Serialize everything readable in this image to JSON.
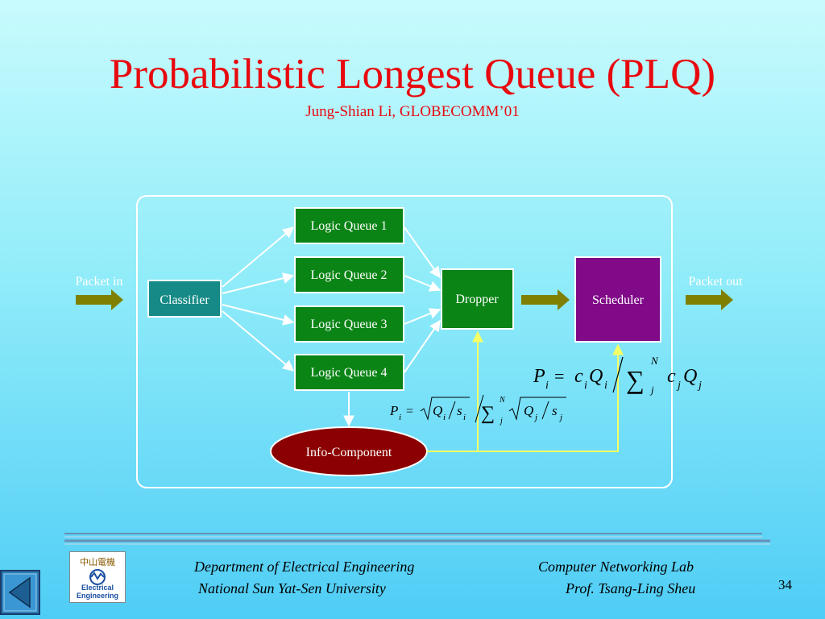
{
  "slide": {
    "title": "Probabilistic Longest Queue (PLQ)",
    "subtitle": "Jung-Shian Li, GLOBECOMM’01",
    "page_number": "34"
  },
  "diagram": {
    "packet_in": "Packet in",
    "packet_out": "Packet out",
    "classifier": "Classifier",
    "queues": [
      "Logic Queue 1",
      "Logic Queue 2",
      "Logic Queue 3",
      "Logic Queue 4"
    ],
    "dropper": "Dropper",
    "scheduler": "Scheduler",
    "info_component": "Info-Component"
  },
  "footer": {
    "dept": "Department of Electrical Engineering",
    "univ": "National Sun Yat-Sen University",
    "lab": "Computer Networking Lab",
    "prof": "Prof. Tsang-Ling Sheu"
  },
  "logo": {
    "chinese": "中山電機",
    "line1": "Electrical",
    "line2": "Engineering"
  },
  "colors": {
    "title": "#e8090f",
    "classifier_fill": "#168a86",
    "queue_fill": "#0b8416",
    "scheduler_fill": "#800a88",
    "info_fill": "#8b0000",
    "arrow_olive": "#808000",
    "feedback_line": "#f5ff66"
  }
}
